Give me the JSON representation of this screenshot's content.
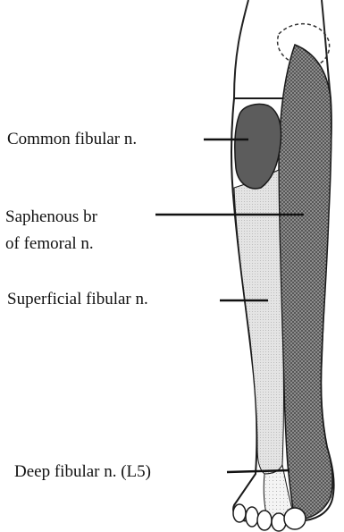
{
  "labels": {
    "common_fibular": "Common fibular n.",
    "saphenous_line1": "Saphenous br",
    "saphenous_line2": "of femoral n.",
    "superficial_fibular": "Superficial fibular n.",
    "deep_fibular": "Deep fibular n. (L5)"
  },
  "colors": {
    "outline": "#1a1a1a",
    "common_fibular_region": "#5a5a5a",
    "saphenous_region": "#8a8a8a",
    "superficial_fibular_region": "#dcdcdc",
    "deep_fibular_region": "#e8e8e8"
  }
}
